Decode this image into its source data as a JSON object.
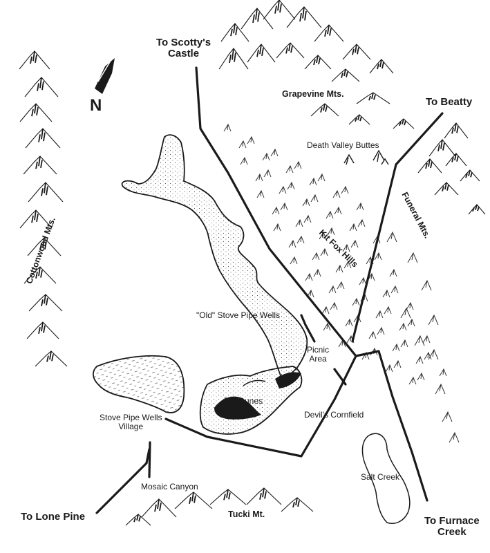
{
  "colors": {
    "ink": "#1a1a1a",
    "paper": "#ffffff",
    "stipple": "#555555"
  },
  "icons": {
    "north_arrow": "north-arrow-icon"
  },
  "compass": {
    "label": "N"
  },
  "destinations": {
    "scottys_castle_l1": "To Scotty's",
    "scottys_castle_l2": "Castle",
    "beatty": "To Beatty",
    "lone_pine": "To Lone Pine",
    "furnace_creek_l1": "To Furnace",
    "furnace_creek_l2": "Creek"
  },
  "mountains": {
    "grapevine": "Grapevine Mts.",
    "funeral": "Funeral Mts.",
    "cottonwood": "Cottonwood Mts.",
    "tucki": "Tucki Mt."
  },
  "places": {
    "death_valley_buttes": "Death Valley Buttes",
    "kit_fox_hills": "Kit Fox Hills",
    "old_stove_pipe_wells": "\"Old\" Stove Pipe Wells",
    "picnic_area_l1": "Picnic",
    "picnic_area_l2": "Area",
    "tall_dunes": "Tall Dunes",
    "devils_cornfield": "Devil's Cornfield",
    "stove_pipe_wells_village_l1": "Stove Pipe Wells",
    "stove_pipe_wells_village_l2": "Village",
    "mosaic_canyon": "Mosaic Canyon",
    "salt_creek": "Salt Creek"
  }
}
